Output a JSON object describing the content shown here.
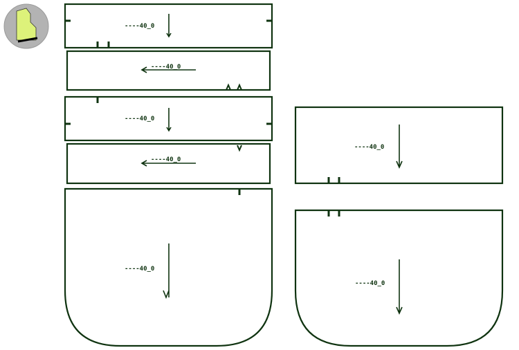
{
  "app": {
    "logo_icon": "pattern-piece-logo-icon"
  },
  "colors": {
    "line": "#0f3310",
    "logo_bg": "#b3b3b3",
    "logo_piece": "#ddf27a"
  },
  "pieces": [
    {
      "name": "piece-1",
      "label": "----40_0",
      "grain": "vertical"
    },
    {
      "name": "piece-2",
      "label": "----40_0",
      "grain": "horizontal"
    },
    {
      "name": "piece-3",
      "label": "----40_0",
      "grain": "vertical"
    },
    {
      "name": "piece-4",
      "label": "----40_0",
      "grain": "horizontal"
    },
    {
      "name": "piece-5",
      "label": "----40_0",
      "grain": "vertical"
    },
    {
      "name": "piece-6",
      "label": "----40_0",
      "grain": "vertical"
    },
    {
      "name": "piece-7",
      "label": "----40_0",
      "grain": "vertical"
    }
  ]
}
